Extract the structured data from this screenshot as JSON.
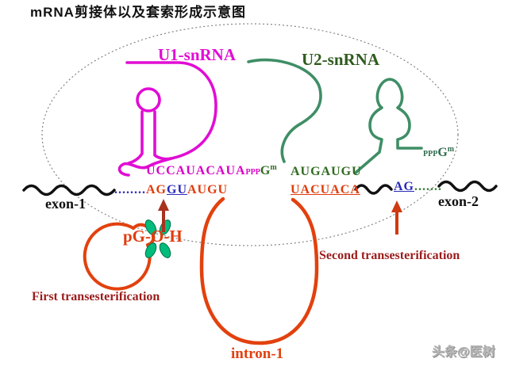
{
  "title": "mRNA剪接体以及套索形成示意图",
  "watermark": "头条@医树",
  "colors": {
    "u1_magenta": "#e10cd4",
    "u2_line_green": "#3f8e66",
    "u2_label_green": "#2f5c1e",
    "intron_orange": "#e2410e",
    "step_dark_red": "#9c1c1c",
    "splice_blue": "#2a2ab8",
    "dots_green": "#2e7d32",
    "petal_green": "#00bd7e",
    "exon_black": "#111111"
  },
  "labels": {
    "u1": "U1-snRNA",
    "u2": "U2-snRNA",
    "exon1": "exon-1",
    "exon2": "exon-2",
    "intron1": "intron-1",
    "first_step": "First transesterification",
    "second_step": "Second transesterification"
  },
  "sequences": {
    "u1_binding": {
      "text": "UCCAUACAUA",
      "cap_ppp": "PPP",
      "cap_g": "G",
      "cap_m": "m"
    },
    "u2_binding": "AUGAUGU",
    "branch_site": "UACUACA",
    "five_splice": {
      "dots": "........",
      "exon_end": "AG",
      "gu": "GU",
      "intron_start": "AUGU"
    },
    "three_splice": {
      "ag": "AG",
      "dots": "......."
    },
    "u2_cap": {
      "ppp": "PPP",
      "g": "G",
      "m": "m"
    },
    "branch_group": {
      "pg": "pG",
      "dash": "-",
      "o": "O",
      "h": "H"
    }
  }
}
